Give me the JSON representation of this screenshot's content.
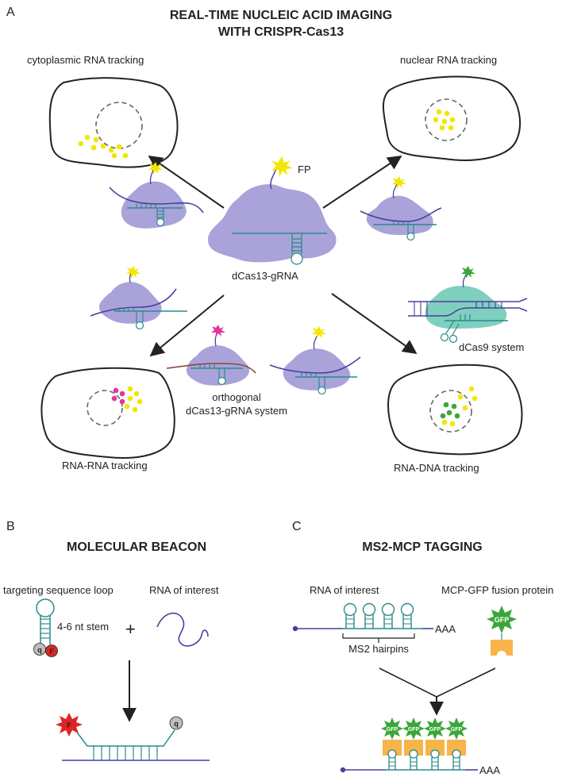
{
  "panels": {
    "a": "A",
    "b": "B",
    "c": "C"
  },
  "section_a": {
    "title_line1": "REAL-TIME NUCLEIC ACID IMAGING",
    "title_line2": "WITH CRISPR-Cas13",
    "cytoplasmic": "cytoplasmic RNA tracking",
    "nuclear": "nuclear RNA tracking",
    "fp": "FP",
    "center": "dCas13-gRNA",
    "dcas9": "dCas9 system",
    "orthogonal_line1": "orthogonal",
    "orthogonal_line2": "dCas13-gRNA system",
    "rna_rna": "RNA-RNA tracking",
    "rna_dna": "RNA-DNA tracking"
  },
  "section_b": {
    "title": "MOLECULAR BEACON",
    "loop": "targeting sequence loop",
    "roi": "RNA of interest",
    "stem": "4-6 nt stem",
    "plus": "+",
    "quencher": "q",
    "fluor": "F"
  },
  "section_c": {
    "title": "MS2-MCP TAGGING",
    "roi": "RNA of interest",
    "fusion": "MCP-GFP fusion protein",
    "hairpins": "MS2 hairpins",
    "polya": "AAA",
    "gfp": "GFP"
  },
  "colors": {
    "cas13": "#a9a3da",
    "cas9": "#7fcfbf",
    "rna": "#4a3f9f",
    "guide": "#2c8a8a",
    "yellow": "#f3e600",
    "magenta": "#e0389a",
    "green": "#3aa63a",
    "orange": "#f6b44b",
    "red": "#e02424",
    "gray": "#bdbdbd"
  }
}
